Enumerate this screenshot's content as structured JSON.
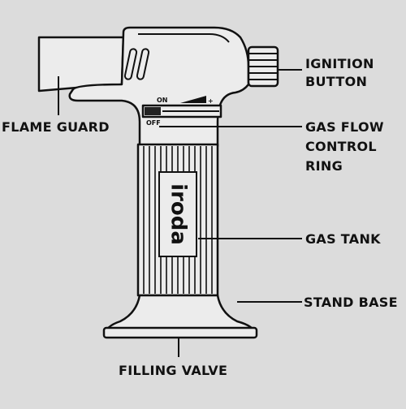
{
  "labels": {
    "ignition_line1": "IGNITION",
    "ignition_line2": "BUTTON",
    "flame_guard": "FLAME GUARD",
    "gas_flow_line1": "GAS FLOW",
    "gas_flow_line2": "CONTROL",
    "gas_flow_line3": "RING",
    "gas_tank": "GAS TANK",
    "stand_base": "STAND BASE",
    "filling_valve": "FILLING VALVE"
  },
  "device": {
    "switch_on": "ON",
    "switch_off": "OFF",
    "switch_plus": "+",
    "brand": "iroda"
  }
}
